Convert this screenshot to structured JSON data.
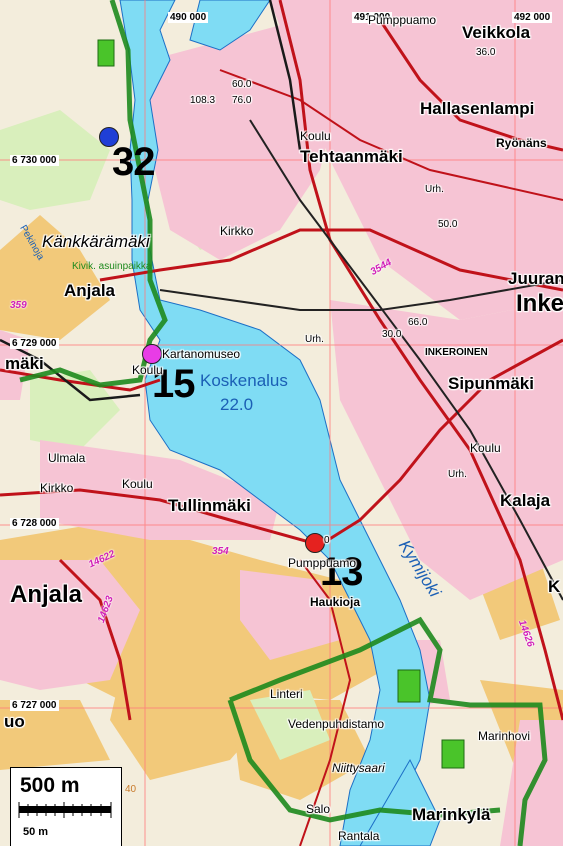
{
  "colors": {
    "land": "#f3eddc",
    "field": "#f2c97a",
    "water": "#7fdcf4",
    "urban": "#f6c4d4",
    "road": "#c0121a",
    "forest": "#cfe9a8",
    "trail": "#1e8a1e",
    "marker_blue": "#1f3fd6",
    "marker_magenta": "#e83ce6",
    "marker_red": "#e5221f"
  },
  "grid_labels": {
    "x1": "490 000",
    "x2": "491 000",
    "x3": "492 000",
    "y1": "6 730 000",
    "y2": "6 729 000",
    "y3": "6 728 000",
    "y4": "6 727 000"
  },
  "markers": {
    "m32": "32",
    "m15": "15",
    "m13": "13"
  },
  "places": {
    "veikkola": "Veikkola",
    "pumppuamo_top": "Pumppuamo",
    "hallasenlampi": "Hallasenlampi",
    "ryonans": "Ryönäns",
    "tehtaanmaki": "Tehtaanmäki",
    "koulu1": "Koulu",
    "kankkaramaki": "Känkkärämäki",
    "kivik": "Kivik. asuinpaikka",
    "anjala_n": "Anjala",
    "kirkko1": "Kirkko",
    "juuran": "Juuran",
    "inke": "Inke",
    "inkeroinen": "INKEROINEN",
    "sipunmaki": "Sipunmäki",
    "kartanomuseo": "Kartanomuseo",
    "koulu2": "Koulu",
    "maki": "mäki",
    "koskenalus": "Koskenalus",
    "ulmala": "Ulmala",
    "kirkko2": "Kirkko",
    "koulu3": "Koulu",
    "tullinmaki": "Tullinmäki",
    "koulu4": "Koulu",
    "urh1": "Urh.",
    "urh2": "Urh.",
    "urh3": "Urh.",
    "kalaja": "Kalaja",
    "pumppuamo_bottom": "Pumppuamo",
    "haukioja": "Haukioja",
    "kymijoki": "Kymijoki",
    "anjala_s": "Anjala",
    "linteri": "Linteri",
    "vedenpuhdistamo": "Vedenpuhdistamo",
    "marinhovi": "Marinhovi",
    "niittysaari": "Niittysaari",
    "uo": "uo",
    "salo": "Salo",
    "marinkyla": "Marinkylä",
    "rantala": "Rantala",
    "pekinoja": "Pekinoja",
    "k": "K"
  },
  "elevations": {
    "e1083": "108.3",
    "e600": "60.0",
    "e760": "76.0",
    "e360": "36.0",
    "e500": "50.0",
    "e300": "30.0",
    "e660": "66.0",
    "e220": "22.0",
    "e40": "40",
    "e0": "0"
  },
  "routes": {
    "r3544": "3544",
    "r359": "359",
    "r354": "354",
    "r14622": "14622",
    "r14623": "14623",
    "r14626": "14626"
  },
  "scale_bar": {
    "major": "500 m",
    "minor": "50 m"
  }
}
